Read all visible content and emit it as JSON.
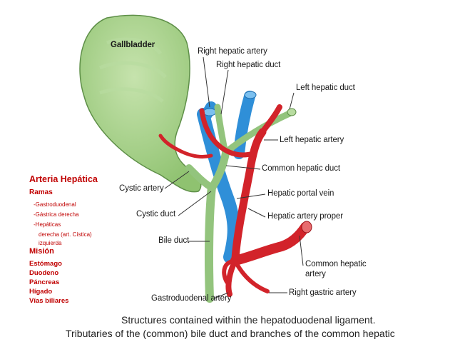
{
  "labels": {
    "gallbladder": "Gallbladder",
    "right_hepatic_artery": "Right hepatic artery",
    "right_hepatic_duct": "Right hepatic duct",
    "left_hepatic_duct": "Left hepatic duct",
    "left_hepatic_artery": "Left hepatic artery",
    "common_hepatic_duct": "Common hepatic duct",
    "cystic_artery": "Cystic artery",
    "hepatic_portal_vein": "Hepatic portal vein",
    "cystic_duct": "Cystic duct",
    "hepatic_artery_proper": "Hepatic artery proper",
    "bile_duct": "Bile duct",
    "common_hepatic_artery_line1": "Common hepatic",
    "common_hepatic_artery_line2": "artery",
    "gastroduodenal_artery": "Gastroduodenal artery",
    "right_gastric_artery": "Right gastric artery"
  },
  "sidebar": {
    "title": "Arteria Hepática",
    "ramas": "Ramas",
    "gastroduodenal": "-Gastroduodenal",
    "gastrica_derecha": "-Gástrica derecha",
    "hepaticas": "-Hepáticas",
    "derecha": "derecha (art. Cística)",
    "izquierda": "izquierda",
    "mision": "Misión",
    "estomago": "Estómago",
    "duodeno": "Duodeno",
    "pancreas": "Páncreas",
    "higado": "Hígado",
    "vias_biliares": "Vías biliares"
  },
  "caption": {
    "line1": "Structures contained within the hepatoduodenal ligament.",
    "line2": "Tributaries of the (common) bile duct and branches of the common hepatic"
  },
  "colors": {
    "gallbladder": "#a9d08a",
    "duct": "#93c47d",
    "artery": "#d2232a",
    "vein": "#2f8fd8"
  }
}
